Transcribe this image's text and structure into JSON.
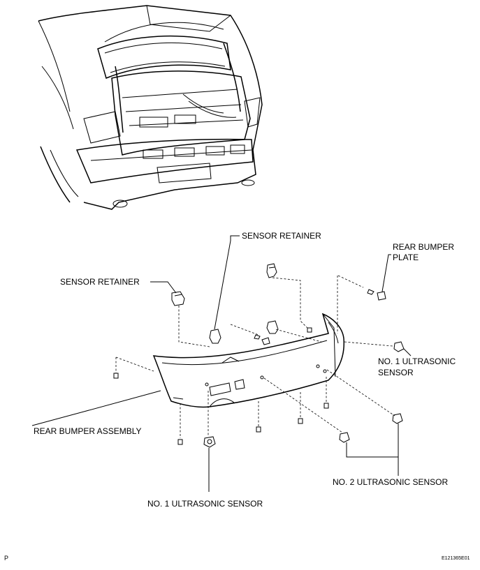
{
  "labels": {
    "sensor_retainer_top": "SENSOR RETAINER",
    "sensor_retainer_left": "SENSOR RETAINER",
    "rear_bumper_plate_1": "REAR BUMPER",
    "rear_bumper_plate_2": "PLATE",
    "no1_ultrasonic_right_1": "NO. 1 ULTRASONIC",
    "no1_ultrasonic_right_2": "SENSOR",
    "rear_bumper_assembly": "REAR BUMPER ASSEMBLY",
    "no2_ultrasonic_sensor": "NO. 2 ULTRASONIC SENSOR",
    "no1_ultrasonic_bottom": "NO. 1 ULTRASONIC SENSOR"
  },
  "corner_left": "P",
  "figure_code": "E121365E01"
}
